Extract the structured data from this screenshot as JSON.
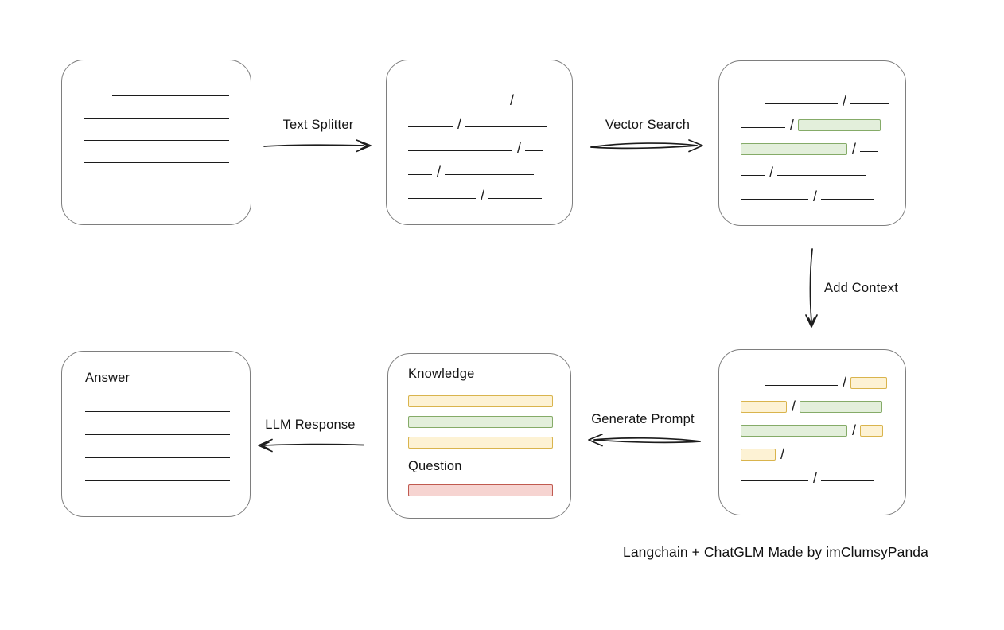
{
  "caption": "Langchain + ChatGLM Made by imClumsyPanda",
  "colors": {
    "line": "#1c1c1c",
    "box_border": "#7e7e7e",
    "green_fill": "#e3efdb",
    "green_border": "#85ab68",
    "yellow_fill": "#fdf2d4",
    "yellow_border": "#d9b44d",
    "red_fill": "#f6d4d1",
    "red_border": "#c05a50"
  },
  "arrows": {
    "text_splitter": {
      "label": "Text Splitter",
      "direction": "right"
    },
    "vector_search": {
      "label": "Vector Search",
      "direction": "right"
    },
    "add_context": {
      "label": "Add Context",
      "direction": "down"
    },
    "generate_prompt": {
      "label": "Generate Prompt",
      "direction": "left"
    },
    "llm_response": {
      "label": "LLM Response",
      "direction": "left"
    }
  },
  "nodes": {
    "document": {
      "lines": [
        {
          "w": 147,
          "indent": 35
        },
        {
          "w": 182
        },
        {
          "w": 182
        },
        {
          "w": 182
        },
        {
          "w": 182
        }
      ]
    },
    "chunks": {
      "rows": [
        {
          "indent": 30,
          "segments": [
            {
              "kind": "line",
              "w": 92
            },
            {
              "kind": "line",
              "w": 48
            }
          ]
        },
        {
          "segments": [
            {
              "kind": "line",
              "w": 56
            },
            {
              "kind": "line",
              "w": 102
            }
          ]
        },
        {
          "segments": [
            {
              "kind": "line",
              "w": 131
            },
            {
              "kind": "line",
              "w": 23
            }
          ]
        },
        {
          "segments": [
            {
              "kind": "line",
              "w": 30
            },
            {
              "kind": "line",
              "w": 112
            }
          ]
        },
        {
          "segments": [
            {
              "kind": "line",
              "w": 85
            },
            {
              "kind": "line",
              "w": 67
            }
          ]
        }
      ]
    },
    "vector_results": {
      "rows": [
        {
          "indent": 30,
          "segments": [
            {
              "kind": "line",
              "w": 92
            },
            {
              "kind": "line",
              "w": 48
            }
          ]
        },
        {
          "segments": [
            {
              "kind": "line",
              "w": 56
            },
            {
              "kind": "green",
              "w": 104
            }
          ]
        },
        {
          "segments": [
            {
              "kind": "green",
              "w": 134
            },
            {
              "kind": "line",
              "w": 23
            }
          ]
        },
        {
          "segments": [
            {
              "kind": "line",
              "w": 30
            },
            {
              "kind": "line",
              "w": 112
            }
          ]
        },
        {
          "segments": [
            {
              "kind": "line",
              "w": 85
            },
            {
              "kind": "line",
              "w": 67
            }
          ]
        }
      ]
    },
    "context": {
      "rows": [
        {
          "indent": 30,
          "segments": [
            {
              "kind": "line",
              "w": 92
            },
            {
              "kind": "yellow",
              "w": 46
            }
          ]
        },
        {
          "segments": [
            {
              "kind": "yellow",
              "w": 58
            },
            {
              "kind": "green",
              "w": 104
            }
          ]
        },
        {
          "segments": [
            {
              "kind": "green",
              "w": 134
            },
            {
              "kind": "yellow",
              "w": 29
            }
          ]
        },
        {
          "segments": [
            {
              "kind": "yellow",
              "w": 44
            },
            {
              "kind": "line",
              "w": 112
            }
          ]
        },
        {
          "segments": [
            {
              "kind": "line",
              "w": 85
            },
            {
              "kind": "line",
              "w": 67
            }
          ]
        }
      ]
    },
    "prompt": {
      "knowledge_label": "Knowledge",
      "knowledge_bars": [
        "yellow",
        "green",
        "yellow"
      ],
      "question_label": "Question",
      "question_bars": [
        "red"
      ]
    },
    "answer": {
      "label": "Answer",
      "lines": [
        {
          "w": 182
        },
        {
          "w": 182
        },
        {
          "w": 182
        },
        {
          "w": 182
        }
      ]
    }
  }
}
